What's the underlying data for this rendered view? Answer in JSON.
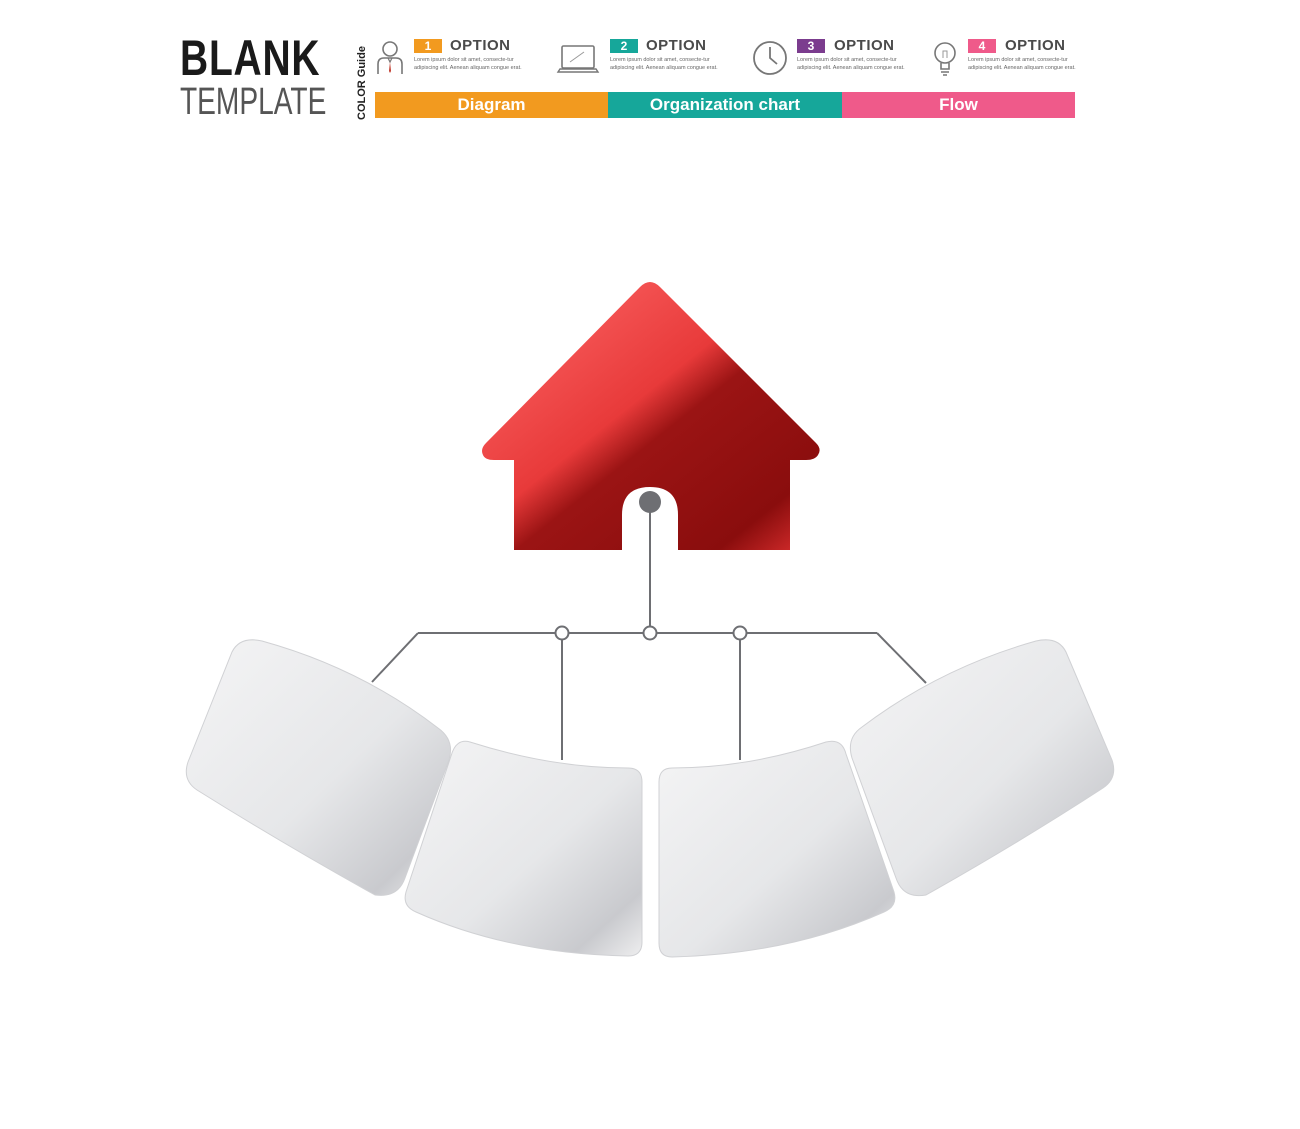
{
  "brand": {
    "line1": "BLANK",
    "line2": "TEMPLATE"
  },
  "color_guide_label": "COLOR Guide",
  "options": [
    {
      "number": "1",
      "title": "OPTION",
      "desc": "Lorem ipsum dolor sit amet, consecte-tur adipiscing elit. Aenean aliquam congue erat.",
      "icon": "person-icon",
      "color": "#f29a1f"
    },
    {
      "number": "2",
      "title": "OPTION",
      "desc": "Lorem ipsum dolor sit amet, consecte-tur adipiscing elit. Aenean aliquam congue erat.",
      "icon": "laptop-icon",
      "color": "#16a79a"
    },
    {
      "number": "3",
      "title": "OPTION",
      "desc": "Lorem ipsum dolor sit amet, consecte-tur adipiscing elit. Aenean aliquam congue erat.",
      "icon": "clock-icon",
      "color": "#7b3c8e"
    },
    {
      "number": "4",
      "title": "OPTION",
      "desc": "Lorem ipsum dolor sit amet, consecte-tur adipiscing elit. Aenean aliquam congue erat.",
      "icon": "lightbulb-icon",
      "color": "#ef5a8a"
    }
  ],
  "category_bars": [
    {
      "label": "Diagram",
      "color": "#f29a1f"
    },
    {
      "label": "Organization chart",
      "color": "#16a79a"
    },
    {
      "label": "Flow",
      "color": "#ef5a8a"
    }
  ],
  "diagram": {
    "root_icon": "house-icon",
    "root_color": "#d42a2a",
    "connector_color": "#6e6f73",
    "child_count": 4,
    "child_color": "#e2e3e5"
  }
}
